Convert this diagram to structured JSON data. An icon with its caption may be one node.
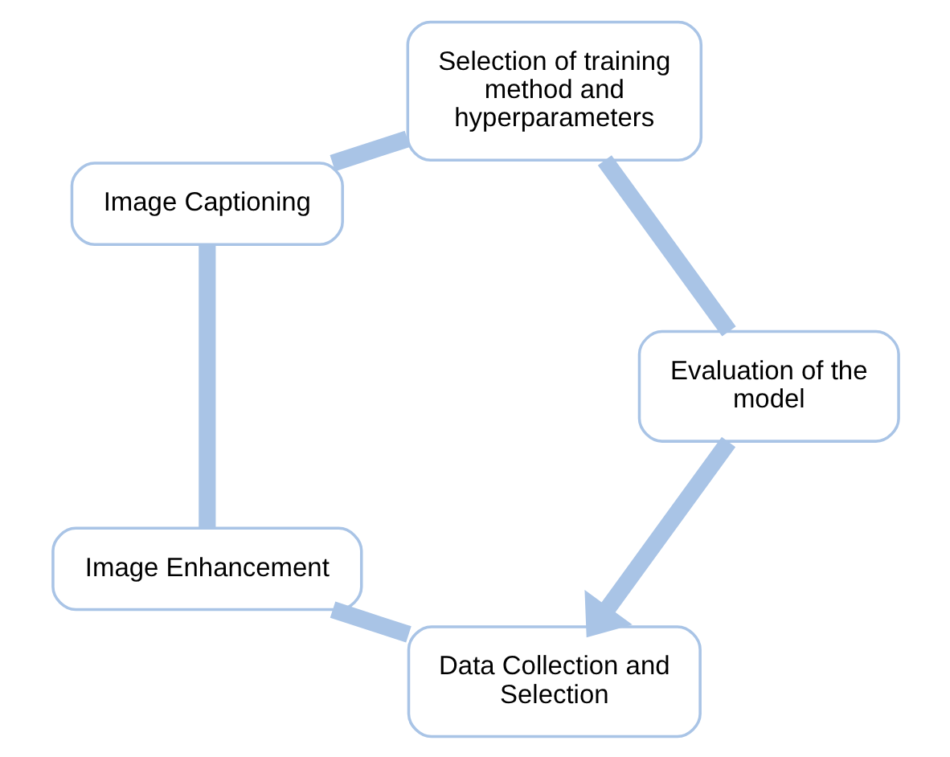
{
  "diagram": {
    "nodes": [
      {
        "text": [
          "Data Collection and Selection"
        ]
      },
      {
        "text": [
          "Image Enhancement"
        ]
      },
      {
        "text": [
          "Image Captioning"
        ]
      },
      {
        "text": [
          "Selection of training method and hyperparameters"
        ]
      },
      {
        "text": [
          "Evaluation of the model"
        ]
      }
    ],
    "edges": [
      {
        "from": 0,
        "to": 1,
        "arrow": "none"
      },
      {
        "from": 1,
        "to": 2,
        "arrow": "none"
      },
      {
        "from": 2,
        "to": 3,
        "arrow": "none"
      },
      {
        "from": 3,
        "to": 4,
        "arrow": "none"
      },
      {
        "from": 4,
        "to": 0,
        "arrow": "to"
      }
    ]
  }
}
